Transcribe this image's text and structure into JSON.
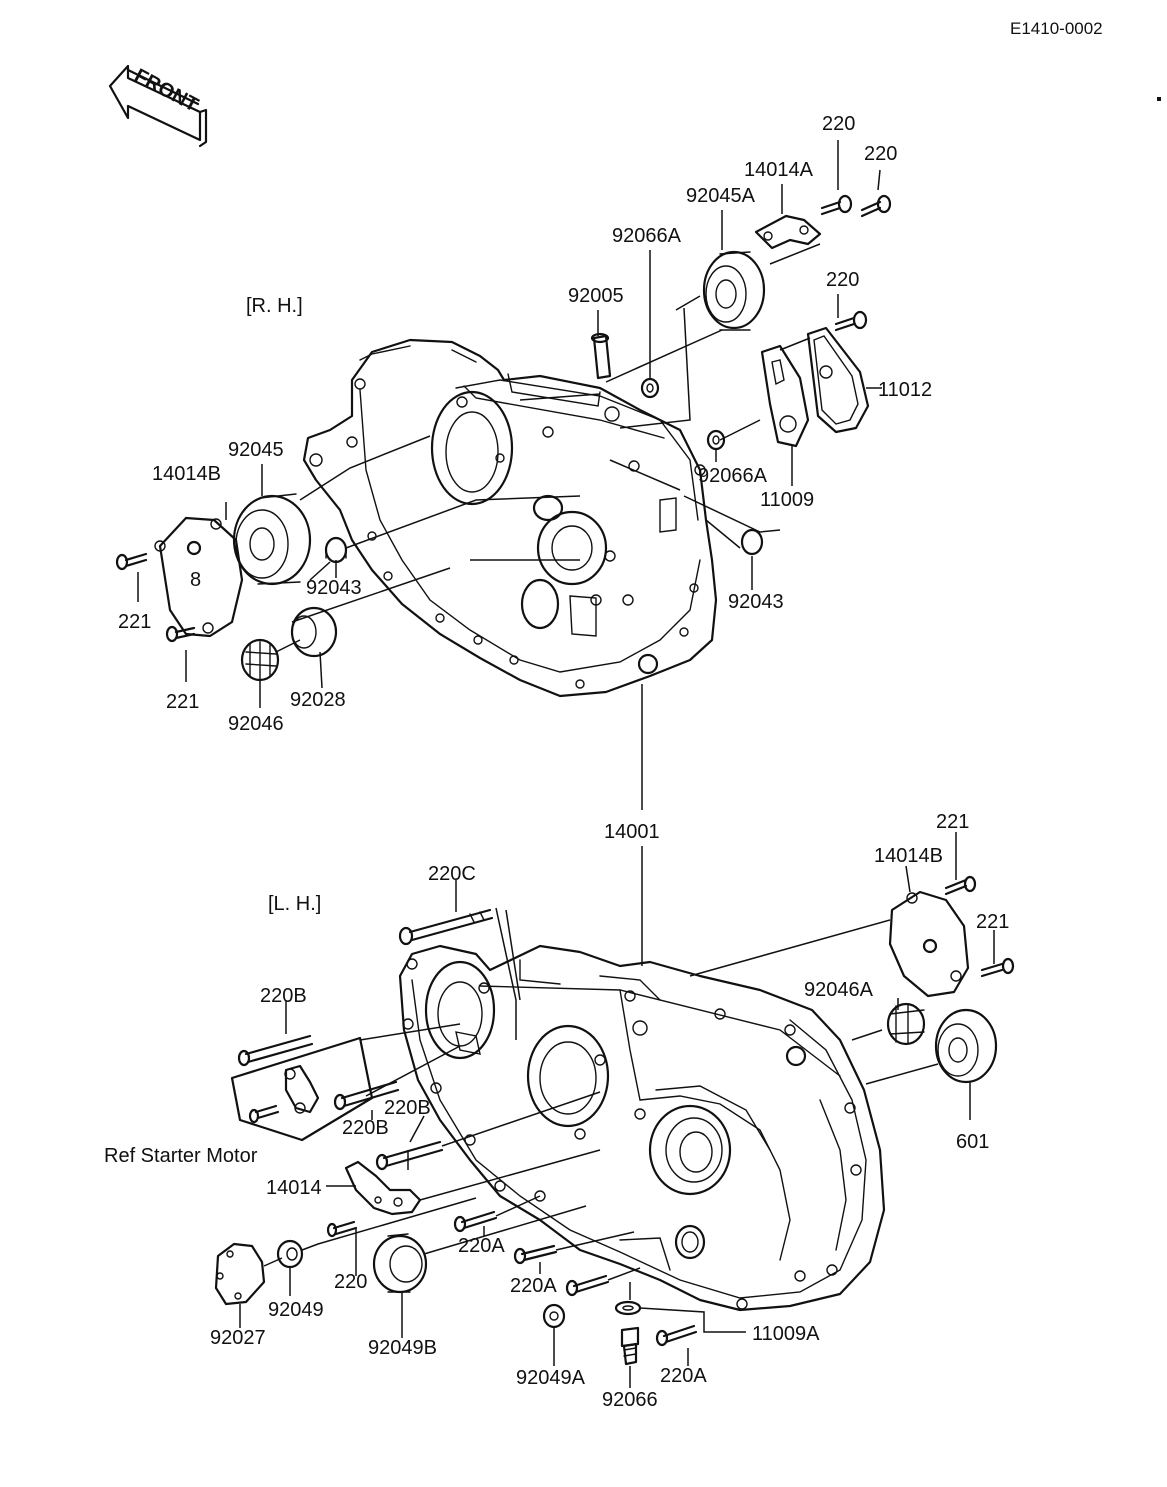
{
  "diagram_code": "E1410-0002",
  "front_label": "FRONT",
  "sections": {
    "rh": "[R. H.]",
    "lh": "[L. H.]"
  },
  "crankcase_label": "14001",
  "ref_note": "Ref  Starter  Motor",
  "rh_labels": {
    "l220_a": "220",
    "l220_b": "220",
    "l14014A": "14014A",
    "l92045A": "92045A",
    "l92066A_top": "92066A",
    "l220_c": "220",
    "l92005": "92005",
    "l11012": "11012",
    "l92066A_mid": "92066A",
    "l11009": "11009",
    "l92045": "92045",
    "l14014B": "14014B",
    "l92043_left": "92043",
    "l92043_right": "92043",
    "l221_a": "221",
    "l221_b": "221",
    "l92028": "92028",
    "l92046": "92046",
    "l8": "8"
  },
  "lh_labels": {
    "l221_a": "221",
    "l14014B": "14014B",
    "l221_b": "221",
    "l220C": "220C",
    "l92046A": "92046A",
    "l220B_a": "220B",
    "l220B_b": "220B",
    "l220B_c": "220B",
    "l601": "601",
    "l14014": "14014",
    "l220A_a": "220A",
    "l220A_b": "220A",
    "l220": "220",
    "l92049": "92049",
    "l92027": "92027",
    "l92049B": "92049B",
    "l11009A": "11009A",
    "l92049A": "92049A",
    "l220A_c": "220A",
    "l92066": "92066"
  }
}
